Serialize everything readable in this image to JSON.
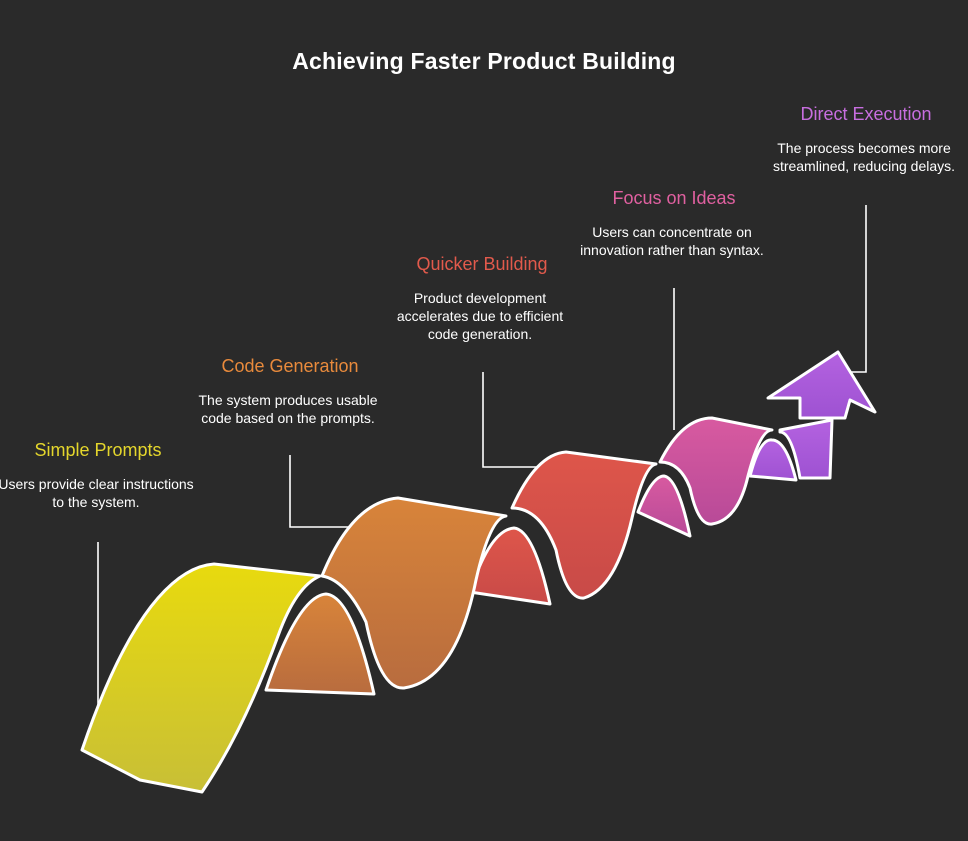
{
  "title": "Achieving Faster Product Building",
  "steps": [
    {
      "label": "Simple Prompts",
      "desc": "Users provide clear instructions to the system.",
      "color": "#e4d62c"
    },
    {
      "label": "Code Generation",
      "desc": "The system produces usable code based on the prompts.",
      "color": "#e88a3c"
    },
    {
      "label": "Quicker Building",
      "desc": "Product development accelerates due to efficient code generation.",
      "color": "#e25a4c"
    },
    {
      "label": "Focus on Ideas",
      "desc": "Users can concentrate on innovation rather than syntax.",
      "color": "#e060a0"
    },
    {
      "label": "Direct Execution",
      "desc": "The process becomes more streamlined, reducing delays.",
      "color": "#c86ee0"
    }
  ],
  "icon": "arrow-up-right-icon"
}
